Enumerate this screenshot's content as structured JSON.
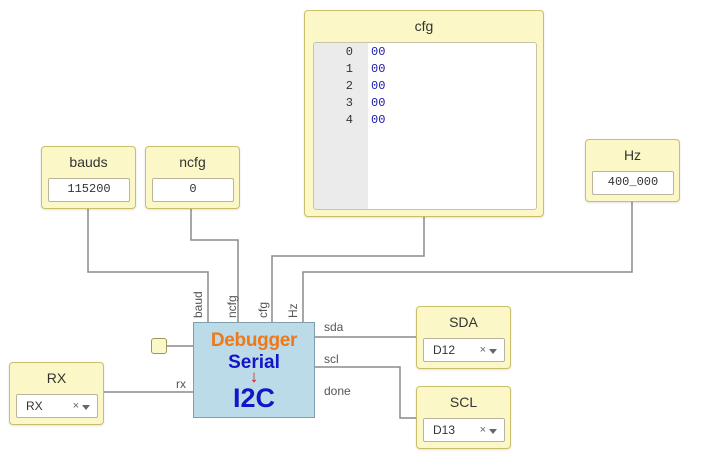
{
  "inputs": {
    "bauds": {
      "title": "bauds",
      "value": "115200"
    },
    "ncfg": {
      "title": "ncfg",
      "value": "0"
    },
    "hz": {
      "title": "Hz",
      "value": "400_000"
    }
  },
  "cfg": {
    "title": "cfg",
    "rows": [
      {
        "index": "0",
        "value": "00"
      },
      {
        "index": "1",
        "value": "00"
      },
      {
        "index": "2",
        "value": "00"
      },
      {
        "index": "3",
        "value": "00"
      },
      {
        "index": "4",
        "value": "00"
      }
    ]
  },
  "node": {
    "title_top": "Debugger",
    "title_mid": "Serial",
    "arrow": "↓",
    "title_bottom": "I2C",
    "title_top_color": "#f07818",
    "title_mid_color": "#1414c8",
    "arrow_color": "#e01010",
    "ports": {
      "bauds": "baud",
      "ncfg": "ncfg",
      "cfg": "cfg",
      "hz": "Hz",
      "rx": "rx",
      "sda": "sda",
      "scl": "scl",
      "done": "done"
    }
  },
  "selects": {
    "rx": {
      "title": "RX",
      "value": "RX"
    },
    "sda": {
      "title": "SDA",
      "value": "D12"
    },
    "scl": {
      "title": "SCL",
      "value": "D13"
    },
    "clear_glyph": "×"
  }
}
